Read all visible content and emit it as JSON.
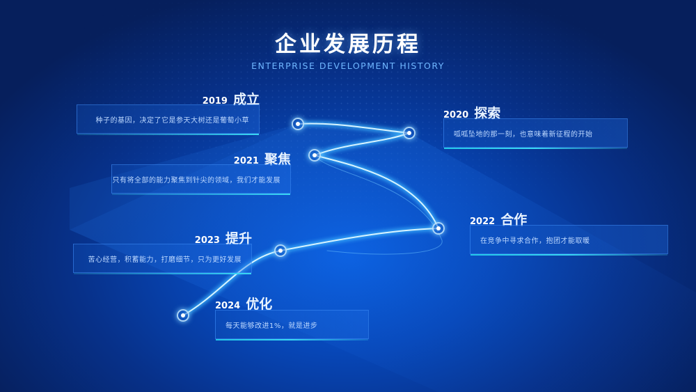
{
  "header": {
    "title": "企业发展历程",
    "subtitle": "ENTERPRISE DEVELOPMENT HISTORY"
  },
  "milestones": [
    {
      "year": "2019",
      "name": "成立",
      "desc": "种子的基因，决定了它是参天大树还是葡萄小草"
    },
    {
      "year": "2020",
      "name": "探索",
      "desc": "呱呱坠地的那一刻，也意味着新征程的开始"
    },
    {
      "year": "2021",
      "name": "聚焦",
      "desc": "只有将全部的能力聚焦到针尖的领域，我们才能发展"
    },
    {
      "year": "2022",
      "name": "合作",
      "desc": "在竞争中寻求合作，抱团才能取暖"
    },
    {
      "year": "2023",
      "name": "提升",
      "desc": "苦心经营，积蓄能力，打磨细节，只为更好发展"
    },
    {
      "year": "2024",
      "name": "优化",
      "desc": "每天能够改进1%，就是进步"
    }
  ],
  "colors": {
    "accent": "#39d7f3",
    "background": "#0747b8"
  }
}
